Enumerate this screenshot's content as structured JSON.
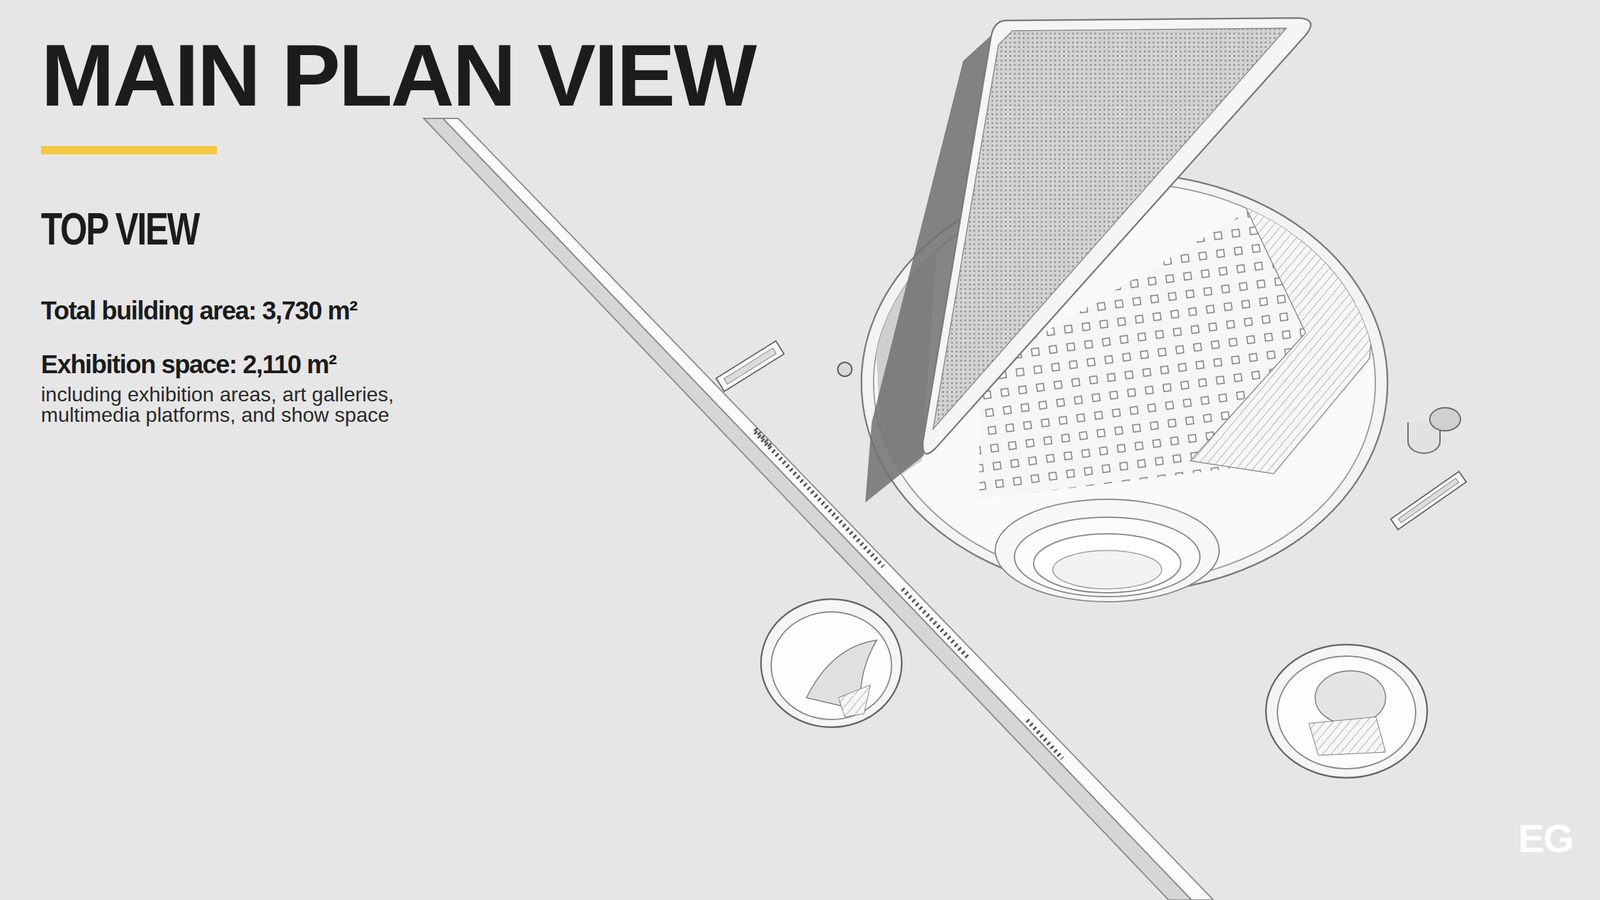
{
  "diagram": {
    "title": "MAIN PLAN VIEW",
    "labels": [
      "TOP VIEW",
      "Total building area: 3,730 m²",
      "Exhibition space: 2,110 m²",
      "including exhibition areas, art galleries, multimedia platforms, and show space",
      "EG"
    ]
  }
}
